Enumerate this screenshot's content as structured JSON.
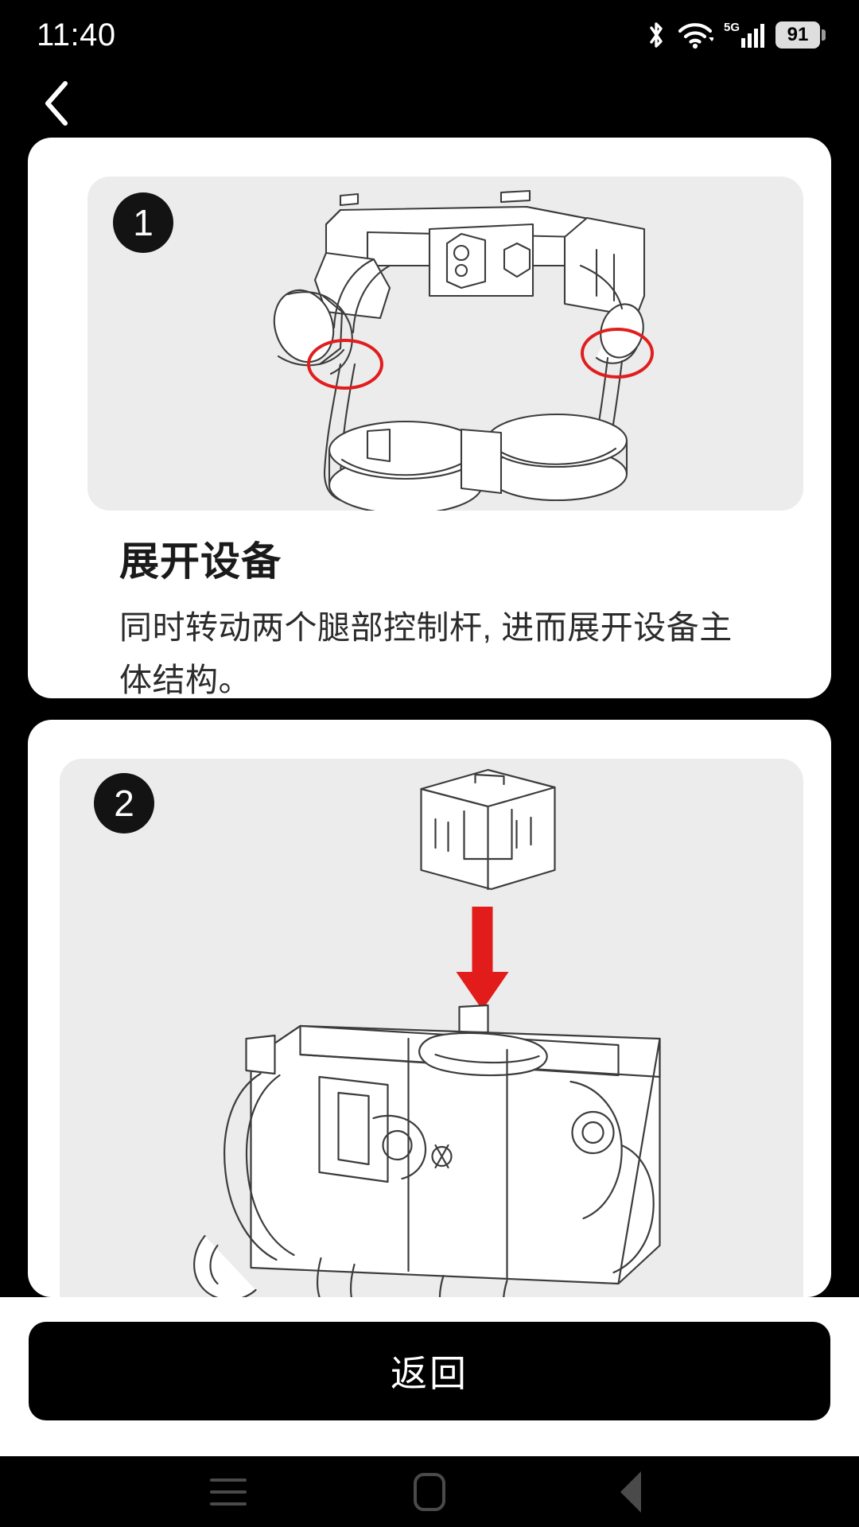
{
  "status_bar": {
    "time": "11:40",
    "battery_level": "91",
    "network_type": "5G",
    "icons": [
      "bluetooth-icon",
      "wifi-icon",
      "5g-signal-icon",
      "battery-icon"
    ]
  },
  "top_nav": {
    "back_icon": "chevron-left-icon"
  },
  "steps": [
    {
      "number": "1",
      "title": "展开设备",
      "description": "同时转动两个腿部控制杆, 进而展开设备主体结构。",
      "illustration_alt": "exoskeleton-unfold-diagram"
    },
    {
      "number": "2",
      "title": "",
      "description": "",
      "illustration_alt": "battery-insert-diagram"
    }
  ],
  "bottom_action": {
    "back_label": "返回"
  },
  "android_nav": {
    "recents_icon": "menu-icon",
    "home_icon": "home-icon",
    "back_icon": "back-triangle-icon"
  },
  "colors": {
    "page_background": "#000000",
    "card_background": "#ffffff",
    "illustration_background": "#ececec",
    "badge_background": "#131313",
    "accent_red": "#e11d1d",
    "text_primary": "#1a1a1a"
  }
}
